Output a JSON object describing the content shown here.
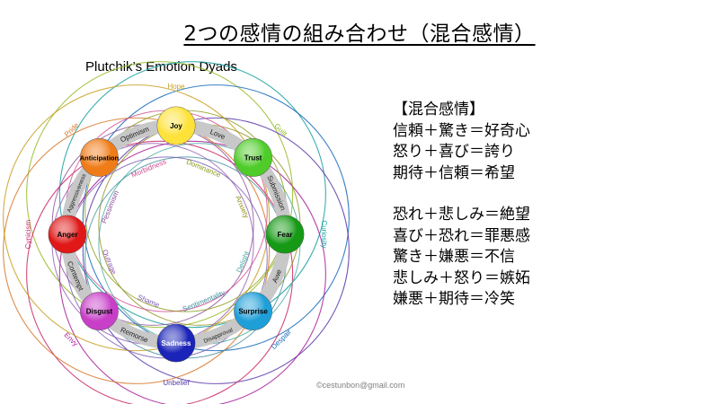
{
  "header": {
    "title": "2つの感情の組み合わせ（混合感情）",
    "subtitle": "Plutchik’s Emotion Dyads"
  },
  "diagram": {
    "emotions": [
      {
        "label": "Joy",
        "color": "#fde23a"
      },
      {
        "label": "Trust",
        "color": "#4fcc2a"
      },
      {
        "label": "Fear",
        "color": "#169a16"
      },
      {
        "label": "Surprise",
        "color": "#1f9fd8"
      },
      {
        "label": "Sadness",
        "color": "#1b24b8"
      },
      {
        "label": "Disgust",
        "color": "#c83fc8"
      },
      {
        "label": "Anger",
        "color": "#e01818"
      },
      {
        "label": "Anticipation",
        "color": "#f07c18"
      }
    ],
    "primary_dyads": [
      {
        "label": "Love"
      },
      {
        "label": "Submission"
      },
      {
        "label": "Awe"
      },
      {
        "label": "Disapproval"
      },
      {
        "label": "Remorse"
      },
      {
        "label": "Contempt"
      },
      {
        "label": "Aggressiveness"
      },
      {
        "label": "Optimism"
      }
    ],
    "secondary_dyads": [
      {
        "label": "Anxiety",
        "color": "#8f8f1a"
      },
      {
        "label": "Delight",
        "color": "#46a8a0"
      },
      {
        "label": "Sentimentality",
        "color": "#3c8c9c"
      },
      {
        "label": "Shame",
        "color": "#7658b0"
      },
      {
        "label": "Outrage",
        "color": "#9058b0"
      },
      {
        "label": "Pessimism",
        "color": "#8a4a9a"
      },
      {
        "label": "Morbidness",
        "color": "#d04a8e"
      },
      {
        "label": "Dominance",
        "color": "#8a9a1a"
      }
    ],
    "tertiary_dyads": [
      {
        "label": "Guilt",
        "color": "#96bc2a"
      },
      {
        "label": "Curiosity",
        "color": "#1aa0a0"
      },
      {
        "label": "Despair",
        "color": "#1a6ab8"
      },
      {
        "label": "Unbelief",
        "color": "#5a3aa8"
      },
      {
        "label": "Envy",
        "color": "#a8229a"
      },
      {
        "label": "Cynicism",
        "color": "#c82a6a"
      },
      {
        "label": "Pride",
        "color": "#d8782a"
      },
      {
        "label": "Hope",
        "color": "#c8a020"
      }
    ]
  },
  "mixed_list": {
    "heading": "【混合感情】",
    "group_a": [
      "信頼＋驚き＝好奇心",
      "怒り＋喜び＝誇り",
      "期待＋信頼＝希望"
    ],
    "group_b": [
      "恐れ＋悲しみ＝絶望",
      "喜び＋恐れ＝罪悪感",
      "驚き＋嫌悪＝不信",
      "悲しみ＋怒り＝嫉妬",
      "嫌悪＋期待＝冷笑"
    ]
  },
  "credit": "©cestunbon@gmail.com"
}
